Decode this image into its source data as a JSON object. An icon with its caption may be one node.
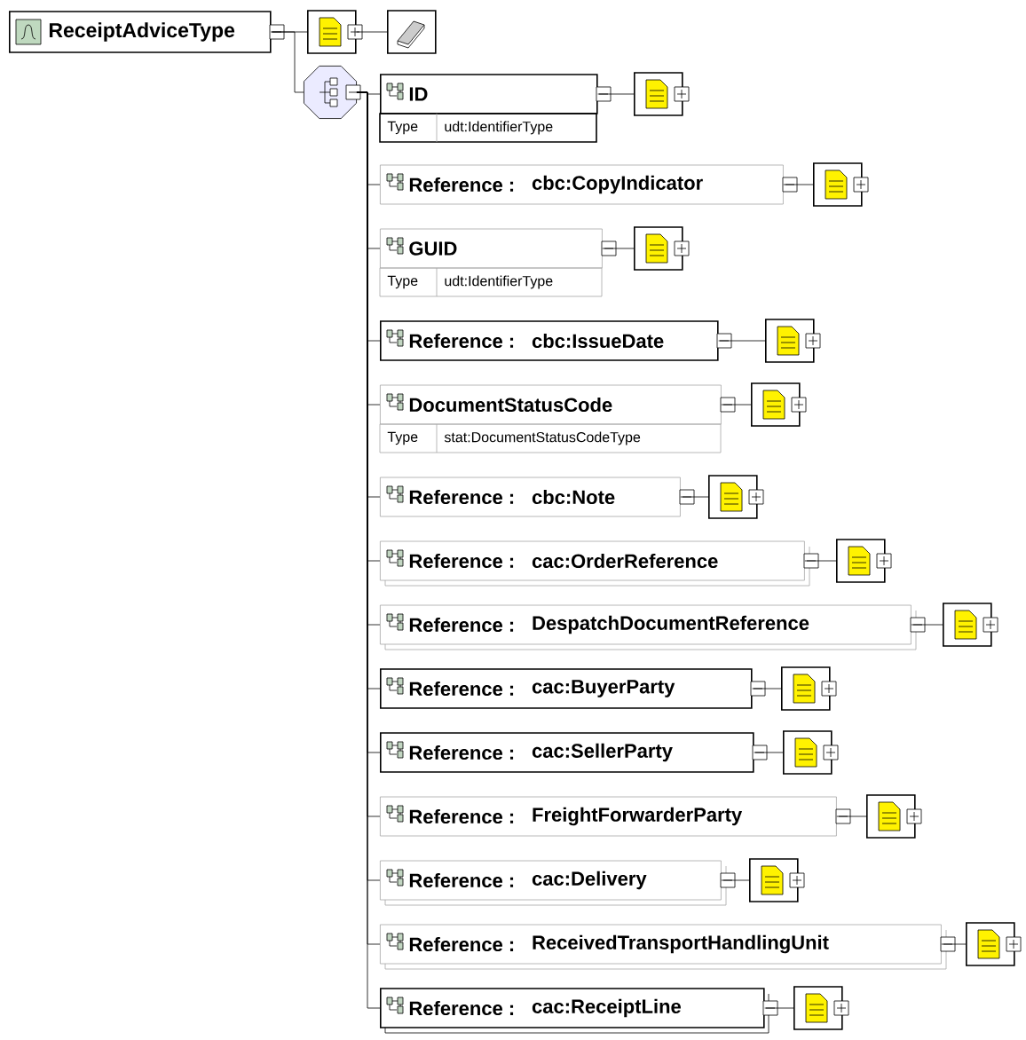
{
  "diagram": {
    "nodes": [
      {
        "text": [
          "ReceiptAdviceType"
        ]
      },
      {
        "text": [],
        "shape": "box"
      },
      {
        "text": [],
        "shape": "box"
      },
      {
        "text": [],
        "shape": "octagon"
      },
      {
        "text": [
          "ID",
          "Type",
          "udt:IdentifierType"
        ]
      },
      {
        "text": [],
        "shape": "box"
      },
      {
        "text": [
          "Reference :",
          "cbc:CopyIndicator"
        ]
      },
      {
        "text": [],
        "shape": "box"
      },
      {
        "text": [
          "GUID",
          "Type",
          "udt:IdentifierType"
        ]
      },
      {
        "text": [],
        "shape": "box"
      },
      {
        "text": [
          "Reference :",
          "cbc:IssueDate"
        ]
      },
      {
        "text": [],
        "shape": "box"
      },
      {
        "text": [
          "DocumentStatusCode",
          "Type",
          "stat:DocumentStatusCodeType"
        ]
      },
      {
        "text": [],
        "shape": "box"
      },
      {
        "text": [
          "Reference :",
          "cbc:Note"
        ]
      },
      {
        "text": [],
        "shape": "box"
      },
      {
        "text": [
          "Reference :",
          "cac:OrderReference"
        ]
      },
      {
        "text": [],
        "shape": "box"
      },
      {
        "text": [
          "Reference :",
          "DespatchDocumentReference"
        ]
      },
      {
        "text": [],
        "shape": "box"
      },
      {
        "text": [
          "Reference :",
          "cac:BuyerParty"
        ]
      },
      {
        "text": [],
        "shape": "box"
      },
      {
        "text": [
          "Reference :",
          "cac:SellerParty"
        ]
      },
      {
        "text": [],
        "shape": "box"
      },
      {
        "text": [
          "Reference :",
          "FreightForwarderParty"
        ]
      },
      {
        "text": [],
        "shape": "box"
      },
      {
        "text": [
          "Reference :",
          "cac:Delivery"
        ]
      },
      {
        "text": [],
        "shape": "box"
      },
      {
        "text": [
          "Reference :",
          "ReceivedTransportHandlingUnit"
        ]
      },
      {
        "text": [],
        "shape": "box"
      },
      {
        "text": [
          "Reference :",
          "cac:ReceiptLine"
        ]
      },
      {
        "text": [],
        "shape": "box"
      }
    ],
    "edges": [
      {
        "from": 0,
        "to": 1,
        "arrow": "none"
      },
      {
        "from": 1,
        "to": 2,
        "arrow": "none"
      },
      {
        "from": 0,
        "to": 3,
        "arrow": "none"
      },
      {
        "from": 3,
        "to": 4,
        "arrow": "none"
      },
      {
        "from": 4,
        "to": 5,
        "arrow": "none"
      },
      {
        "from": 3,
        "to": 6,
        "arrow": "none"
      },
      {
        "from": 6,
        "to": 7,
        "arrow": "none"
      },
      {
        "from": 3,
        "to": 8,
        "arrow": "none"
      },
      {
        "from": 8,
        "to": 9,
        "arrow": "none"
      },
      {
        "from": 3,
        "to": 10,
        "arrow": "none"
      },
      {
        "from": 10,
        "to": 11,
        "arrow": "none"
      },
      {
        "from": 3,
        "to": 12,
        "arrow": "none"
      },
      {
        "from": 12,
        "to": 13,
        "arrow": "none"
      },
      {
        "from": 3,
        "to": 14,
        "arrow": "none"
      },
      {
        "from": 14,
        "to": 15,
        "arrow": "none"
      },
      {
        "from": 3,
        "to": 16,
        "arrow": "none"
      },
      {
        "from": 16,
        "to": 17,
        "arrow": "none"
      },
      {
        "from": 3,
        "to": 18,
        "arrow": "none"
      },
      {
        "from": 18,
        "to": 19,
        "arrow": "none"
      },
      {
        "from": 3,
        "to": 20,
        "arrow": "none"
      },
      {
        "from": 20,
        "to": 21,
        "arrow": "none"
      },
      {
        "from": 3,
        "to": 22,
        "arrow": "none"
      },
      {
        "from": 22,
        "to": 23,
        "arrow": "none"
      },
      {
        "from": 3,
        "to": 24,
        "arrow": "none"
      },
      {
        "from": 24,
        "to": 25,
        "arrow": "none"
      },
      {
        "from": 3,
        "to": 26,
        "arrow": "none"
      },
      {
        "from": 26,
        "to": 27,
        "arrow": "none"
      },
      {
        "from": 3,
        "to": 28,
        "arrow": "none"
      },
      {
        "from": 28,
        "to": 29,
        "arrow": "none"
      },
      {
        "from": 3,
        "to": 30,
        "arrow": "none"
      },
      {
        "from": 30,
        "to": 31,
        "arrow": "none"
      }
    ]
  }
}
